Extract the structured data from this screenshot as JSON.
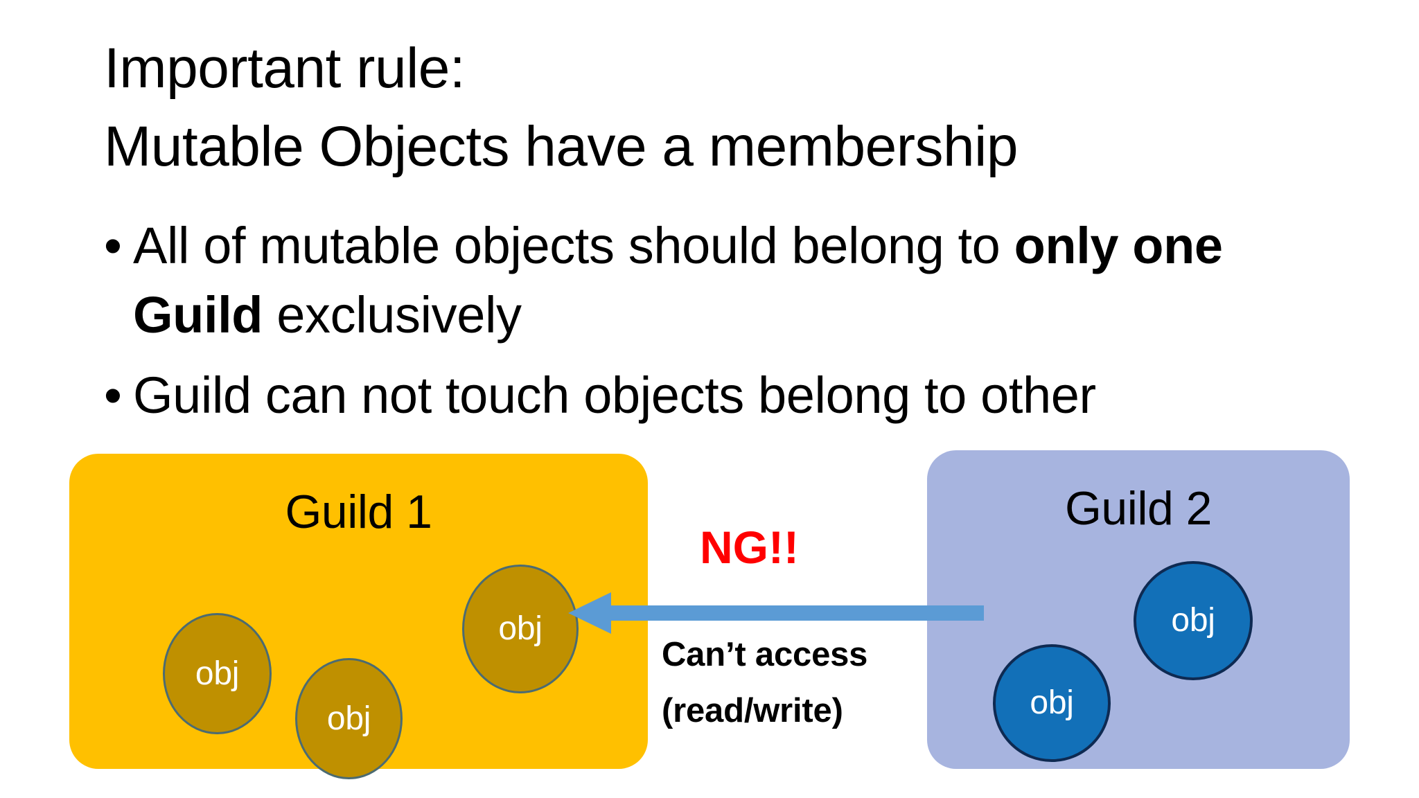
{
  "slide": {
    "title_lines": [
      "Important rule:",
      "Mutable Objects have a membership"
    ],
    "bullets": [
      {
        "marker": "•",
        "segments": [
          {
            "text": "All of mutable objects should belong to ",
            "bold": false
          },
          {
            "text": "only one Guild",
            "bold": true
          },
          {
            "text": " exclusively",
            "bold": false
          }
        ],
        "plain": "All of mutable objects should belong to only one Guild exclusively"
      },
      {
        "marker": "•",
        "segments": [
          {
            "text": "Guild can not touch objects belong to other",
            "bold": false
          }
        ],
        "plain": "Guild can not touch objects belong to other"
      }
    ],
    "diagram": {
      "guild_1": {
        "title": "Guild 1",
        "fill_color": "#FFC000",
        "objects": [
          {
            "label": "obj"
          },
          {
            "label": "obj"
          },
          {
            "label": "obj"
          }
        ],
        "object_fill_color": "#BF9000",
        "object_border_color": "#4B6B72"
      },
      "guild_2": {
        "title": "Guild 2",
        "fill_color": "#A7B4DF",
        "objects": [
          {
            "label": "obj"
          },
          {
            "label": "obj"
          }
        ],
        "object_fill_color": "#1270B8",
        "object_border_color": "#0E2A52"
      },
      "annotation": {
        "ng_label": "NG!!",
        "ng_color": "#FF0000",
        "note_lines": [
          "Can’t access",
          "(read/write)"
        ],
        "arrow": {
          "name": "blocked-access-arrow",
          "direction": "left",
          "color": "#5B9BD5"
        }
      }
    }
  }
}
